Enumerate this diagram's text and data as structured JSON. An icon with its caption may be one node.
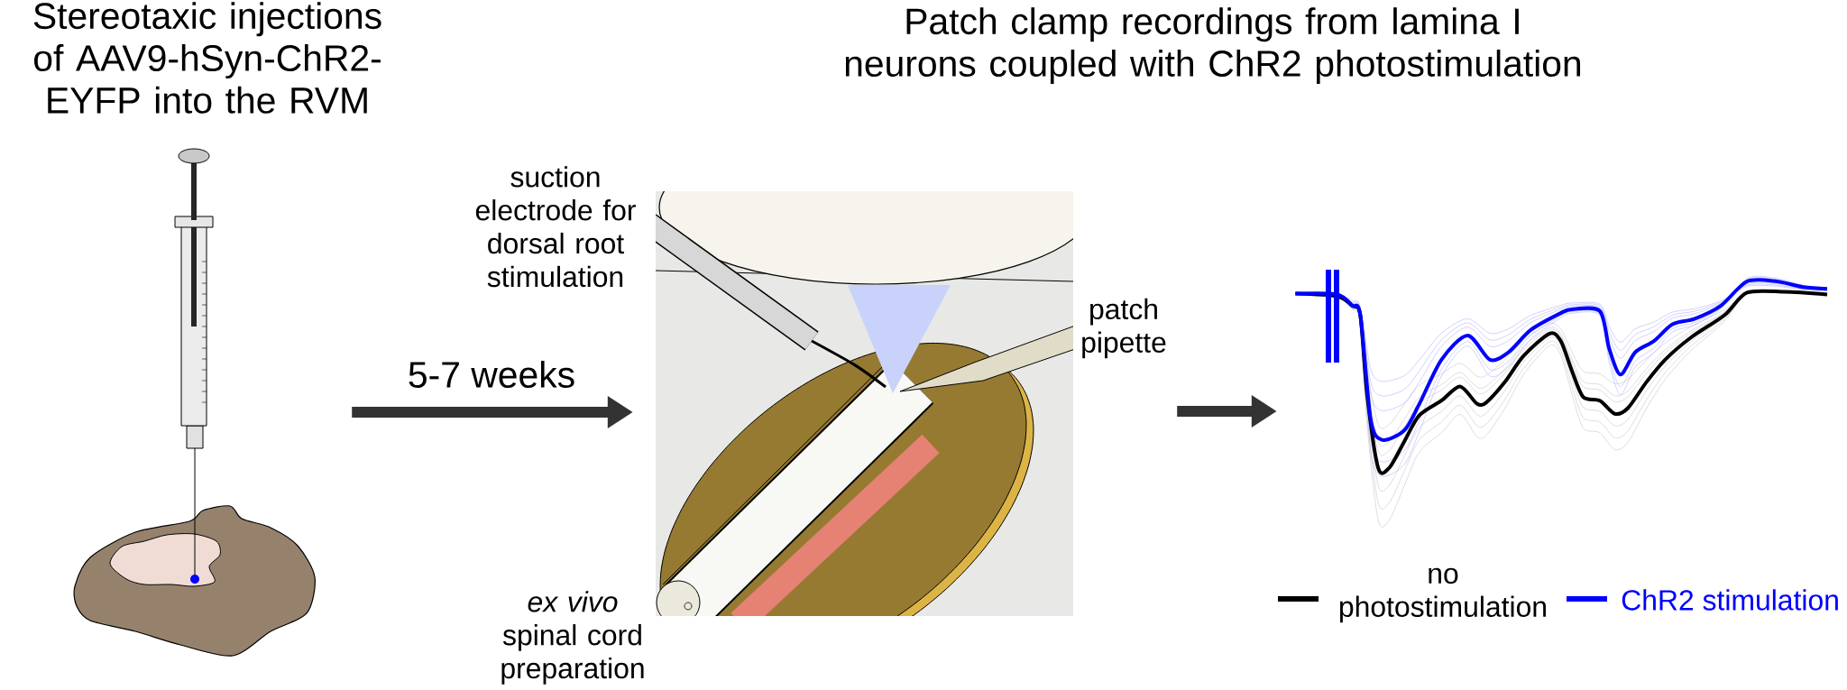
{
  "diagram": {
    "nodes": [
      {
        "text": [
          "Stereotaxic injections of AAV9-hSyn-ChR2-EYFP into the RVM"
        ]
      },
      {
        "text": [],
        "shape": "picture"
      },
      {
        "text": [],
        "shape": "picture"
      }
    ],
    "edges": [
      {
        "from": 0,
        "to": 1,
        "arrow": "to",
        "label": "5-7 weeks"
      },
      {
        "from": 1,
        "to": 2,
        "arrow": "to"
      }
    ],
    "labels": [
      "Patch clamp recordings from lamina I neurons coupled with ChR2 photostimulation",
      "suction electrode for dorsal root stimulation",
      "patch pipette",
      "*ex vivo* spinal cord preparation"
    ],
    "legend": [
      {
        "text": "no photostimulation"
      },
      {
        "text": "ChR2 stimulation"
      }
    ]
  }
}
